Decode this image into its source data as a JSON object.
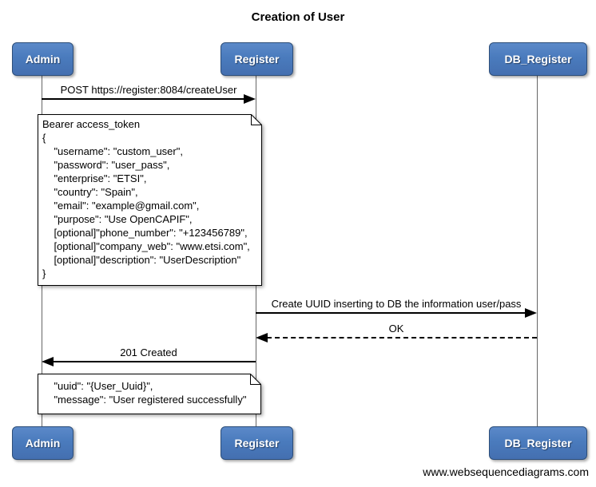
{
  "title": "Creation of User",
  "footer": "www.websequencediagrams.com",
  "actors": {
    "admin": "Admin",
    "register": "Register",
    "db_register": "DB_Register"
  },
  "messages": [
    {
      "label": "POST https://register:8084/createUser",
      "from": "Admin",
      "to": "Register",
      "style": "solid"
    },
    {
      "label": "Create UUID inserting to DB the information user/pass",
      "from": "Register",
      "to": "DB_Register",
      "style": "solid"
    },
    {
      "label": "OK",
      "from": "DB_Register",
      "to": "Register",
      "style": "dashed"
    },
    {
      "label": "201 Created",
      "from": "Register",
      "to": "Admin",
      "style": "solid"
    }
  ],
  "notes": {
    "request": {
      "lines": [
        "Bearer access_token",
        "{",
        "    \"username\": \"custom_user\",",
        "    \"password\": \"user_pass\",",
        "    \"enterprise\": \"ETSI\",",
        "    \"country\": \"Spain\",",
        "    \"email\": \"example@gmail.com\",",
        "    \"purpose\": \"Use OpenCAPIF\",",
        "    [optional]\"phone_number\": \"+123456789\",",
        "    [optional]\"company_web\": \"www.etsi.com\",",
        "    [optional]\"description\": \"UserDescription\"",
        "}"
      ]
    },
    "response": {
      "lines": [
        "    \"uuid\": \"{User_Uuid}\",",
        "    \"message\": \"User registered successfully\""
      ]
    }
  },
  "colors": {
    "actor_fill": "#4a7bbd",
    "actor_border": "#2d4e79",
    "actor_text": "#ffffff",
    "lifeline": "#666666",
    "arrow": "#000000",
    "note_fill": "#ffffff",
    "note_border": "#000000",
    "background": "#ffffff"
  }
}
